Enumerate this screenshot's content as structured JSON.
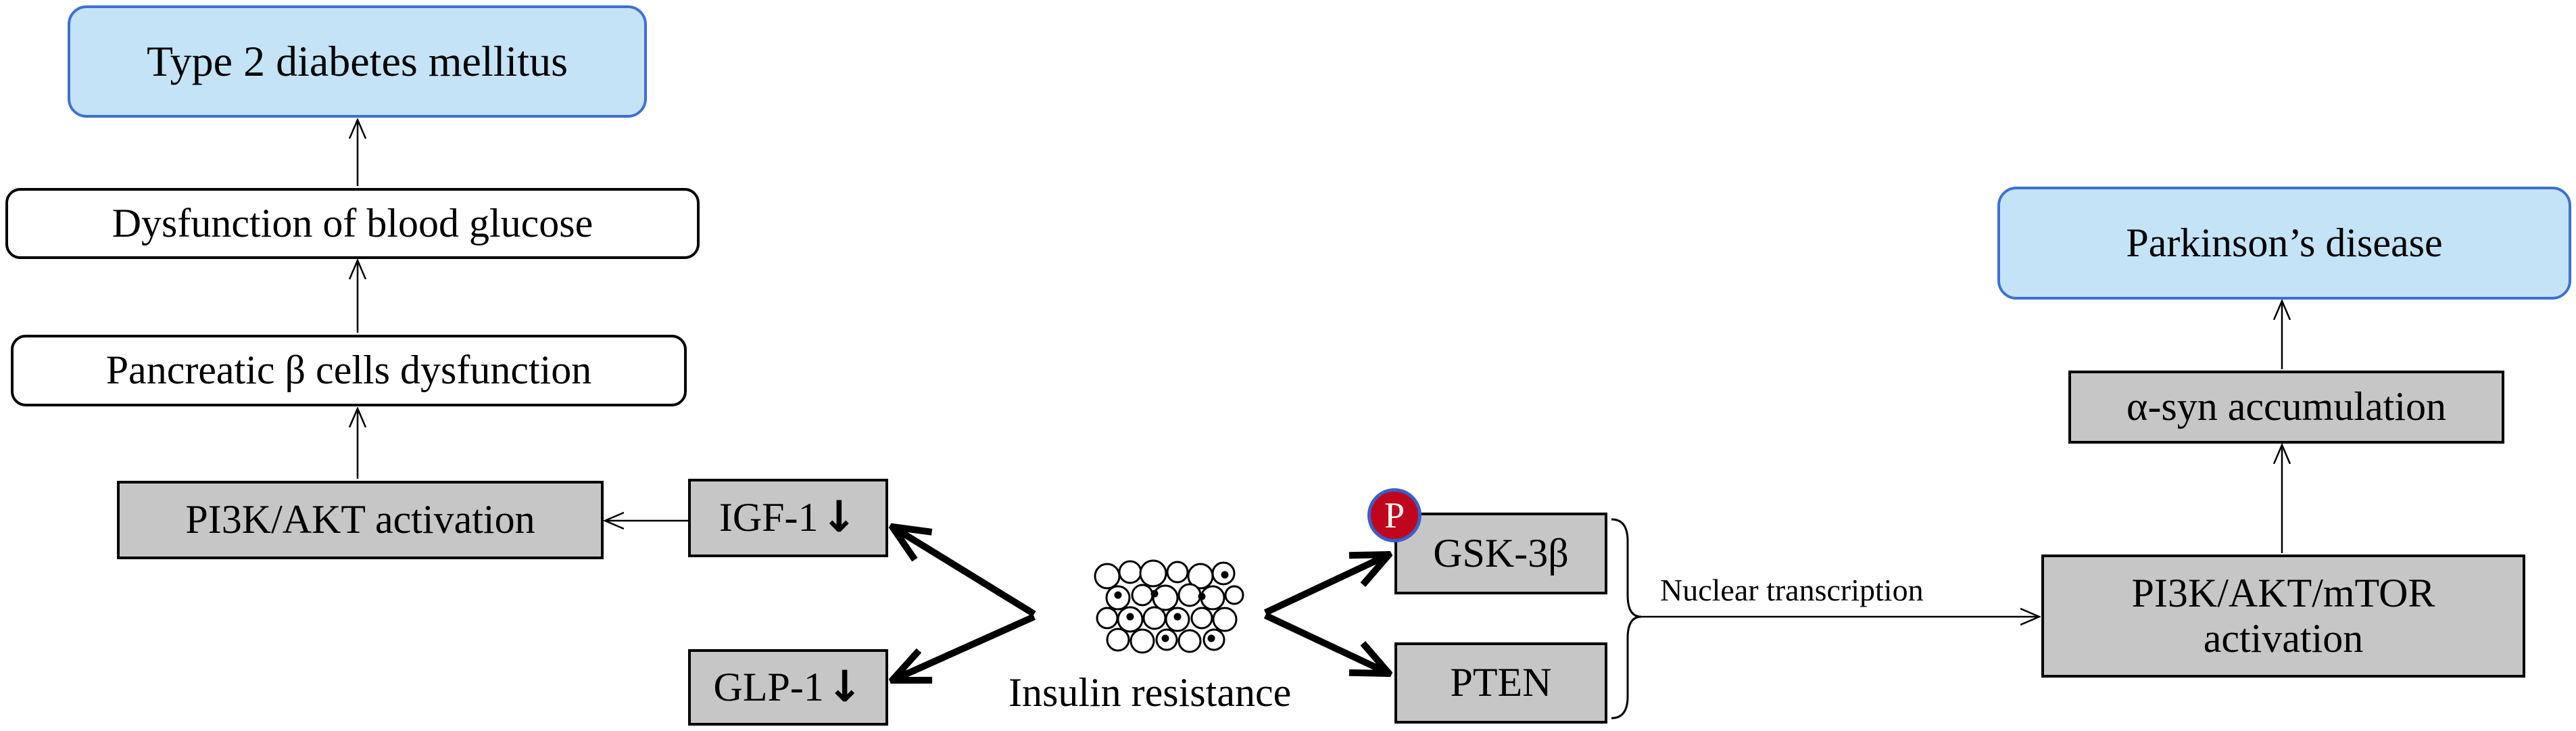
{
  "left": {
    "t2dm": "Type 2 diabetes mellitus",
    "glucose": "Dysfunction of blood glucose",
    "beta": "Pancreatic β cells dysfunction",
    "pi3k": "PI3K/AKT activation",
    "igf": "IGF-1",
    "glp": "GLP-1",
    "down_arrow": "↓"
  },
  "center": {
    "insulin": "Insulin resistance",
    "gsk": "GSK-3β",
    "pten": "PTEN",
    "p_badge": "P",
    "nuclear": "Nuclear transcription"
  },
  "right": {
    "pd": "Parkinson’s disease",
    "syn": "α-syn accumulation",
    "mtor_line1": "PI3K/AKT/mTOR",
    "mtor_line2": "activation"
  },
  "colors": {
    "blue_fill": "#c5e3f6",
    "blue_border": "#3f6fd4",
    "gray_fill": "#c6c6c6",
    "badge_red": "#c0061c"
  }
}
